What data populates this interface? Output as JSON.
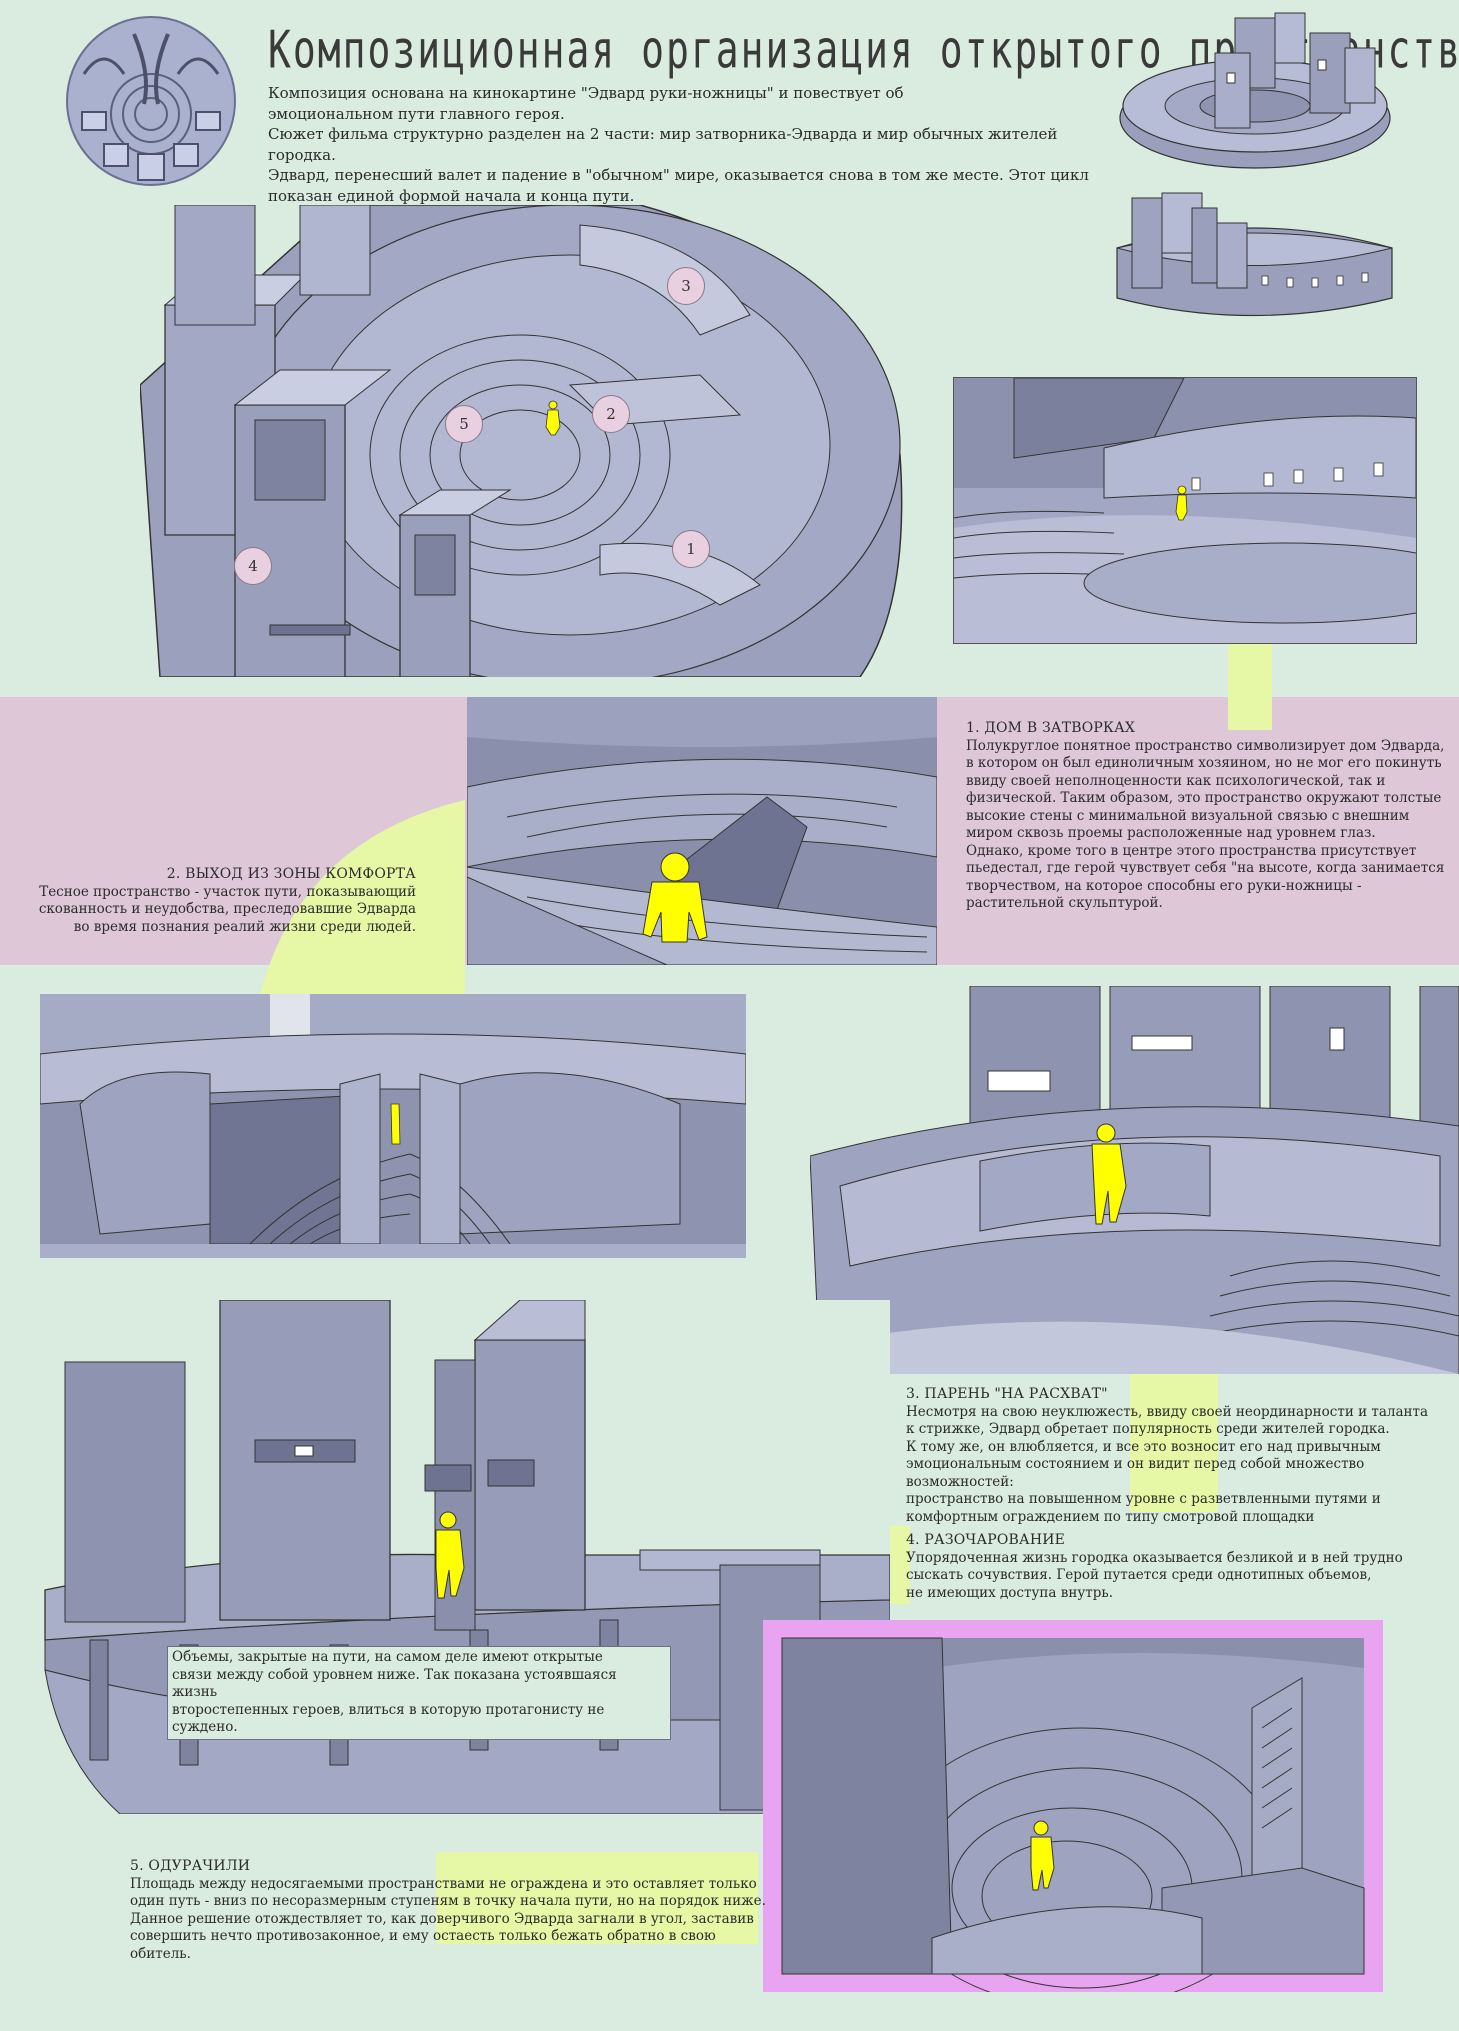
{
  "title": "Композиционная организация открытого пространства",
  "intro": [
    "Композиция основана на кинокартине \"Эдвард руки-ножницы\" и повествует об",
    "эмоциональном пути главного героя.",
    "Сюжет фильма структурно разделен на 2 части: мир затворника-Эдварда и мир обычных жителей городка.",
    "Эдвард, перенесший валет и падение в \"обычном\" мире, оказывается снова в том же месте. Этот цикл",
    "показан единой формой начала и конца пути."
  ],
  "markers": [
    "1",
    "2",
    "3",
    "4",
    "5"
  ],
  "sections": {
    "s1": {
      "heading": "1. ДОМ В ЗАТВОРКАХ",
      "lines": [
        "Полукруглое понятное пространство символизирует дом Эдварда,",
        "в котором он был единоличным хозяином, но не мог его покинуть",
        "ввиду своей неполноценности как психологической, так и",
        "физической. Таким образом, это пространство окружают толстые",
        "высокие стены с минимальной визуальной связью с внешним",
        "миром сквозь проемы расположенные над уровнем глаз.",
        "Однако, кроме того в центре этого пространства присутствует",
        "пьедестал, где герой чувствует себя \"на высоте, когда занимается",
        "творчеством, на которое способны его руки-ножницы -",
        "растительной скульптурой."
      ]
    },
    "s2": {
      "heading": "2. ВЫХОД ИЗ ЗОНЫ КОМФОРТА",
      "lines": [
        "Тесное пространство - участок пути, показывающий",
        "скованность и неудобства, преследовавшие Эдварда",
        "во время познания реалий жизни среди людей."
      ]
    },
    "s3": {
      "heading": "3. ПАРЕНЬ \"НА РАСХВАТ\"",
      "lines": [
        "Несмотря на свою неуклюжесть, ввиду своей неординарности и таланта",
        "к стрижке, Эдвард обретает популярность среди жителей городка.",
        "К тому же, он влюбляется, и все это возносит его над привычным",
        "эмоциональным состоянием и он видит перед собой множество возможностей:",
        "пространство на повышенном уровне с разветвленными путями и",
        "комфортным ограждением по типу смотровой площадки"
      ]
    },
    "s4": {
      "heading": "4. РАЗОЧАРОВАНИЕ",
      "lines": [
        "Упорядоченная жизнь городка оказывается безликой и в ней трудно",
        "сыскать сочувствия. Герой путается среди однотипных объемов,",
        "не имеющих доступа внутрь."
      ]
    },
    "note": {
      "lines": [
        "Объемы, закрытые на пути, на самом деле имеют открытые",
        "связи между собой уровнем ниже. Так показана устоявшаяся жизнь",
        "второстепенных героев, влиться в которую протагонисту не суждено."
      ]
    },
    "s5": {
      "heading": "5. ОДУРАЧИЛИ",
      "lines": [
        "Площадь между недосягаемыми пространствами не ограждена и это оставляет только",
        "один путь - вниз по несоразмерным ступеням в точку начала пути, но на порядок ниже.",
        "Данное решение отождествляет то, как доверчивого Эдварда загнали в угол, заставив",
        "совершить нечто противозаконное, и ему остаесть только бежать обратно в свою обитель."
      ]
    }
  },
  "colors": {
    "background": "#d9ecdf",
    "pink_band": "#dec8d8",
    "yellow_accent": "#e6f8a6",
    "figure": "#ffff00",
    "model_gray": "#8e93ad",
    "frame_magenta": "#e8a4f0"
  }
}
